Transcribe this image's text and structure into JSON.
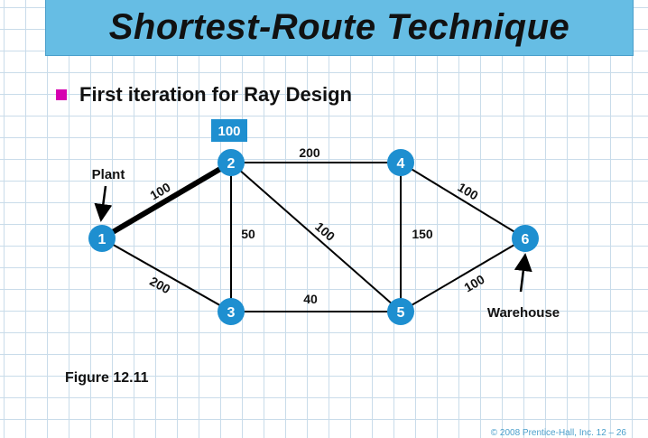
{
  "slide": {
    "title": "Shortest-Route Technique",
    "bullet": "First iteration for Ray Design",
    "figure_caption": "Figure 12.11",
    "footer": "© 2008 Prentice-Hall, Inc.    12 – 26"
  },
  "network": {
    "nodes": [
      {
        "id": "1",
        "label": "1"
      },
      {
        "id": "2",
        "label": "2"
      },
      {
        "id": "3",
        "label": "3"
      },
      {
        "id": "4",
        "label": "4"
      },
      {
        "id": "5",
        "label": "5"
      },
      {
        "id": "6",
        "label": "6"
      }
    ],
    "edges": [
      {
        "from": "1",
        "to": "2",
        "distance": "100",
        "highlighted": true
      },
      {
        "from": "1",
        "to": "3",
        "distance": "200",
        "highlighted": false
      },
      {
        "from": "2",
        "to": "3",
        "distance": "50",
        "highlighted": false
      },
      {
        "from": "2",
        "to": "4",
        "distance": "200",
        "highlighted": false
      },
      {
        "from": "2",
        "to": "5",
        "distance": "100",
        "highlighted": false
      },
      {
        "from": "3",
        "to": "5",
        "distance": "40",
        "highlighted": false
      },
      {
        "from": "4",
        "to": "5",
        "distance": "150",
        "highlighted": false
      },
      {
        "from": "4",
        "to": "6",
        "distance": "100",
        "highlighted": false
      },
      {
        "from": "5",
        "to": "6",
        "distance": "100",
        "highlighted": false
      }
    ],
    "node_badge": {
      "node": "2",
      "value": "100"
    },
    "plant_label": "Plant",
    "warehouse_label": "Warehouse",
    "colors": {
      "node_fill": "#1e8fd0",
      "badge_fill": "#1e8fd0",
      "edge": "#000000"
    }
  }
}
